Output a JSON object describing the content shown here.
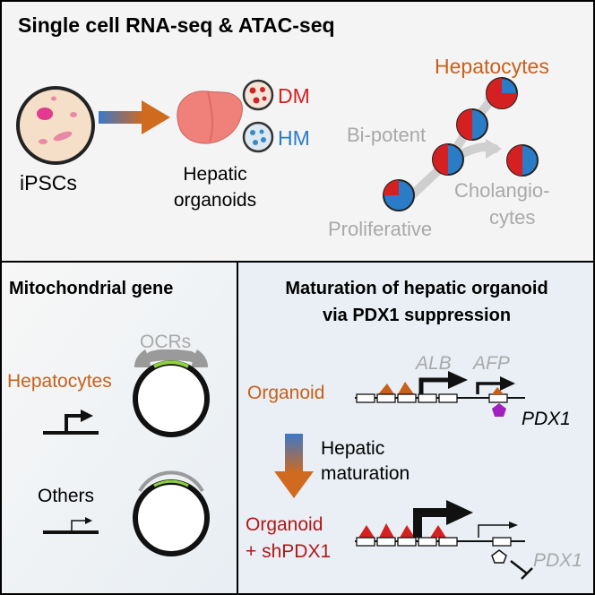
{
  "top_panel": {
    "title": "Single cell RNA-seq & ATAC-seq",
    "ipsc_label": "iPSCs",
    "organoid_label_line1": "Hepatic",
    "organoid_label_line2": "organoids",
    "dm_label": "DM",
    "hm_label": "HM",
    "trajectory": {
      "hepatocytes": "Hepatocytes",
      "bipotent": "Bi-potent",
      "cholangio_line1": "Cholangio-",
      "cholangio_line2": "cytes",
      "proliferative": "Proliferative"
    }
  },
  "left_panel": {
    "title": "Mitochondrial gene",
    "ocrs_label": "OCRs",
    "hepatocytes_label": "Hepatocytes",
    "others_label": "Others"
  },
  "right_panel": {
    "title_line1": "Maturation of hepatic organoid",
    "title_line2": "via PDX1 suppression",
    "alb_label": "ALB",
    "afp_label": "AFP",
    "organoid_label": "Organoid",
    "pdx1_label": "PDX1",
    "maturation_line1": "Hepatic",
    "maturation_line2": "maturation",
    "shpdx1_line1": "Organoid",
    "shpdx1_line2": "+ shPDX1",
    "pdx1_label_bottom": "PDX1"
  },
  "colors": {
    "orange": "#c8601a",
    "red": "#d42020",
    "blue": "#2a7cc7",
    "gray": "#a9a9a9",
    "panel_bg": "#f2f2f2",
    "pink": "#f0807a",
    "dark_red": "#b01818"
  }
}
